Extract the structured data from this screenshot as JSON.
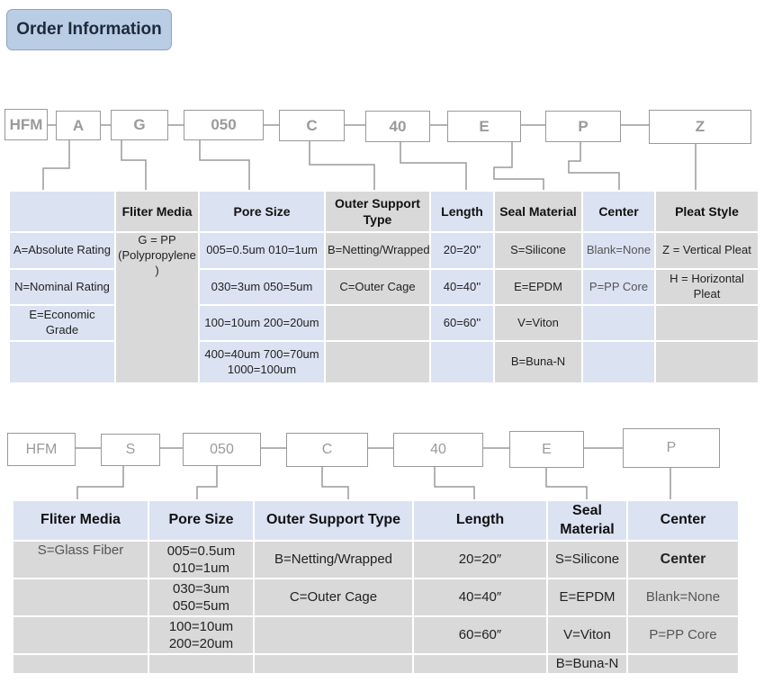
{
  "title": "Order Information",
  "code1": [
    "HFM",
    "A",
    "G",
    "050",
    "C",
    "40",
    "E",
    "P",
    "Z"
  ],
  "table1": {
    "headers": [
      "",
      "Fliter Media",
      "Pore Size",
      "Outer Support Type",
      "Length",
      "Seal Material",
      "Center",
      "Pleat Style"
    ],
    "rows": [
      [
        "A=Absolute Rating",
        "G = PP (Polypropylene )",
        "005=0.5um 010=1um",
        "B=Netting/Wrapped",
        "20=20''",
        "S=Silicone",
        "Blank=None",
        "Z = Vertical Pleat"
      ],
      [
        "N=Nominal Rating",
        null,
        "030=3um 050=5um",
        "C=Outer Cage",
        "40=40''",
        "E=EPDM",
        "P=PP Core",
        "H = Horizontal Pleat"
      ],
      [
        "E=Economic Grade",
        null,
        "100=10um 200=20um",
        "",
        "60=60''",
        "V=Viton",
        "",
        ""
      ],
      [
        "",
        null,
        "400=40um 700=70um 1000=100um",
        "",
        "",
        "B=Buna-N",
        "",
        ""
      ]
    ]
  },
  "code2": [
    "HFM",
    "S",
    "050",
    "C",
    "40",
    "E",
    "P"
  ],
  "table2": {
    "headers": [
      "Fliter Media",
      "Pore Size",
      "Outer Support Type",
      "Length",
      "Seal Material",
      "Center"
    ],
    "rows": [
      [
        "S=Glass Fiber",
        "005=0.5um 010=1um",
        "B=Netting/Wrapped",
        "20=20″",
        "S=Silicone",
        "Center"
      ],
      [
        "",
        "030=3um 050=5um",
        "C=Outer Cage",
        "40=40″",
        "E=EPDM",
        "Blank=None"
      ],
      [
        "",
        "100=10um 200=20um",
        "",
        "60=60″",
        "V=Viton",
        "P=PP Core"
      ],
      [
        "",
        "",
        "",
        "",
        "B=Buna-N",
        ""
      ]
    ]
  },
  "colors": {
    "blue": "#dbe2f2",
    "gray": "#d9d9d9",
    "title_bg": "#b9cde5"
  }
}
